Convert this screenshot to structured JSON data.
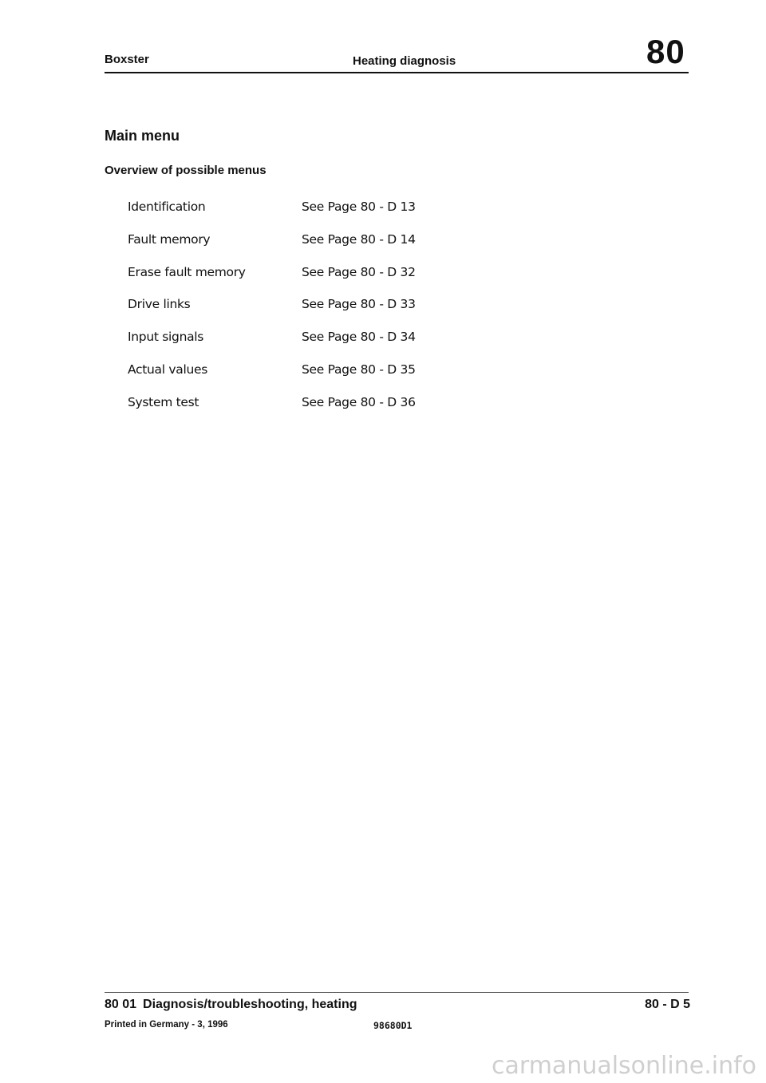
{
  "header": {
    "model": "Boxster",
    "section_title": "Heating diagnosis",
    "section_number": "80"
  },
  "content": {
    "title": "Main menu",
    "subtitle": "Overview of possible menus",
    "menu_items": [
      {
        "label": "Identification",
        "ref": "See Page 80 - D 13"
      },
      {
        "label": "Fault memory",
        "ref": "See Page 80 - D 14"
      },
      {
        "label": "Erase fault memory",
        "ref": "See Page 80 - D 32"
      },
      {
        "label": "Drive links",
        "ref": "See Page 80 - D 33"
      },
      {
        "label": "Input signals",
        "ref": "See Page 80 - D 34"
      },
      {
        "label": "Actual values",
        "ref": "See Page 80 - D 35"
      },
      {
        "label": "System test",
        "ref": "See Page 80 - D 36"
      }
    ]
  },
  "footer": {
    "section_code": "80 01",
    "section_name": "Diagnosis/troubleshooting, heating",
    "page": "80 - D 5",
    "printed": "Printed in Germany - 3, 1996",
    "doc_code": "98680D1"
  },
  "watermark": "carmanualsonline.info"
}
